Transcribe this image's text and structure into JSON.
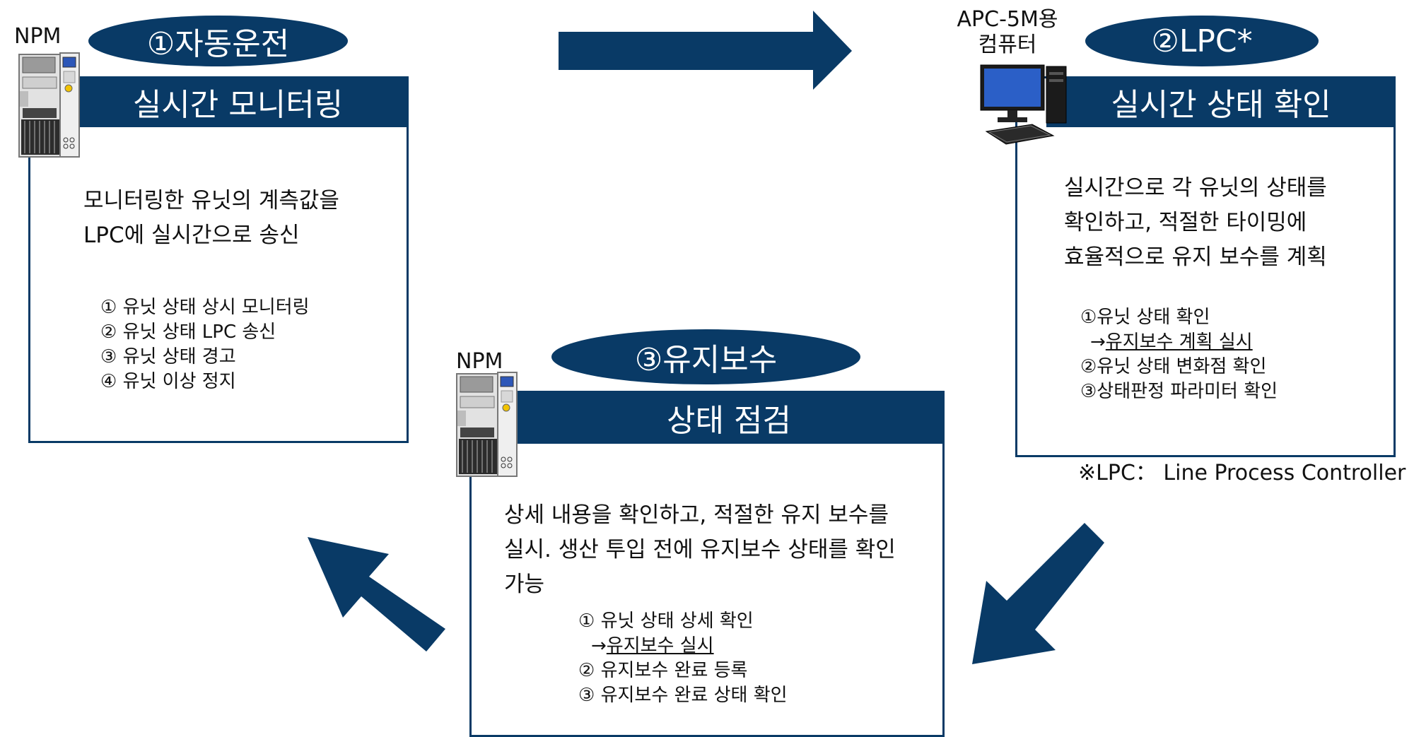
{
  "colors": {
    "navy": "#093a66"
  },
  "icons": [
    "npm-machine-icon",
    "computer-icon",
    "arrow-right-icon",
    "arrow-down-left-icon",
    "arrow-up-left-icon"
  ],
  "step1": {
    "machine_label": "NPM",
    "badge": "①자동운전",
    "header": "실시간 모니터링",
    "desc": [
      "모니터링한 유닛의 계측값을",
      "LPC에 실시간으로 송신"
    ],
    "items": [
      "① 유닛 상태 상시 모니터링",
      "② 유닛 상태 LPC 송신",
      "③ 유닛 상태 경고",
      "④ 유닛 이상 정지"
    ]
  },
  "step2": {
    "computer_label": [
      "APC-5M용",
      "컴퓨터"
    ],
    "badge": "②LPC*",
    "header": "실시간 상태 확인",
    "desc": [
      "실시간으로 각 유닛의 상태를",
      "확인하고, 적절한 타이밍에",
      "효율적으로 유지 보수를 계획"
    ],
    "items": [
      "①유닛 상태 확인",
      "→",
      "유지보수 계획 실시",
      "②유닛 상태 변화점 확인",
      "③상태판정 파라미터 확인"
    ],
    "footnote": "※LPC： Line Process Controller"
  },
  "step3": {
    "machine_label": "NPM",
    "badge": "③유지보수",
    "header": "상태 점검",
    "desc": [
      "상세 내용을 확인하고, 적절한 유지 보수를",
      "실시. 생산 투입 전에 유지보수 상태를 확인",
      "가능"
    ],
    "items": [
      "① 유닛 상태 상세 확인",
      "→",
      "유지보수 실시",
      "② 유지보수 완료 등록",
      "③ 유지보수 완료 상태 확인"
    ]
  }
}
